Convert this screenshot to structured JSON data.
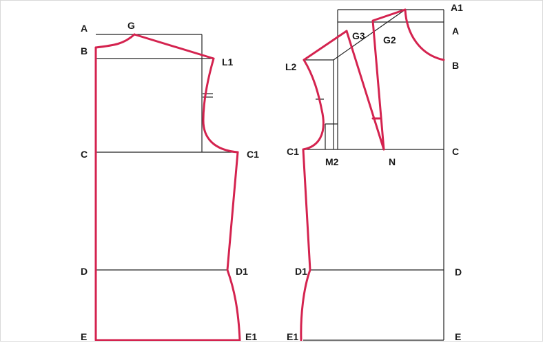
{
  "colors": {
    "construction_line": "#222222",
    "pattern_line": "#d4234f",
    "background": "#ffffff"
  },
  "back_panel": {
    "labels": {
      "A": "A",
      "G": "G",
      "B": "B",
      "L1": "L1",
      "C": "C",
      "C1": "C1",
      "D": "D",
      "D1": "D1",
      "E": "E",
      "E1": "E1"
    }
  },
  "front_panel": {
    "labels": {
      "A1": "A1",
      "A": "A",
      "G3": "G3",
      "G2": "G2",
      "L2": "L2",
      "B": "B",
      "C1": "C1",
      "M2": "M2",
      "N": "N",
      "C": "C",
      "D1": "D1",
      "D": "D",
      "E1": "E1",
      "E": "E"
    }
  }
}
